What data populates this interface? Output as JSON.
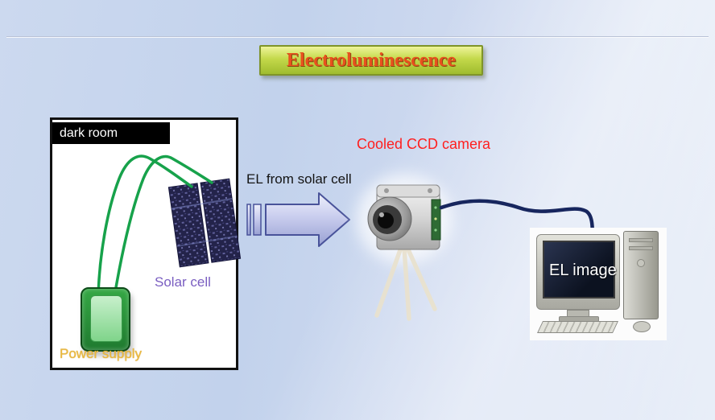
{
  "slide": {
    "title": "Electroluminescence"
  },
  "dark_room": {
    "label": "dark room",
    "solar_cell_label": "Solar cell",
    "power_supply_label": "Power supply"
  },
  "flow": {
    "el_arrow_label": "EL from solar cell",
    "camera_label": "Cooled CCD camera",
    "screen_label": "EL image"
  },
  "colors": {
    "background": "#c9d6ee",
    "title_text": "#e8501e",
    "title_bg_top": "#eef59a",
    "title_bg_bottom": "#9fbc2e",
    "title_border": "#7f9429",
    "camera_label": "#ff1f1f",
    "solar_cell_label": "#7a5ec1",
    "power_supply_label": "#eab93d",
    "wire_green": "#17a24b",
    "cable_navy": "#17265e",
    "arrow_fill": "#c9cdee",
    "arrow_stroke": "#49539a"
  }
}
